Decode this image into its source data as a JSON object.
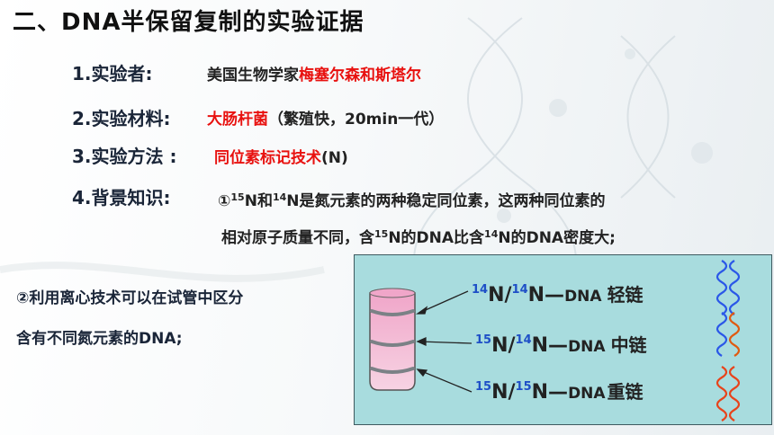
{
  "title": "二、DNA半保留复制的实验证据",
  "items": [
    {
      "label": "1.实验者:",
      "value_prefix": "美国生物学家",
      "value_highlight": "梅塞尔森和斯塔尔"
    },
    {
      "label": "2.实验材料:",
      "value_highlight": "大肠杆菌",
      "value_suffix": "（繁殖快，20min一代）"
    },
    {
      "label": "3.实验方法 :",
      "value_highlight": "同位素标记技术",
      "value_suffix": "(N)"
    },
    {
      "label": "4.背景知识:"
    }
  ],
  "background": {
    "line1": {
      "prefix": "①",
      "sup_a": "15",
      "mid": "N和",
      "sup_b": "14",
      "suffix": "N是氮元素的两种稳定同位素，这两种同位素的"
    },
    "line2": {
      "prefix": "相对原子质量不同，含",
      "sup_a": "15",
      "mid": "N的DNA比含",
      "sup_b": "14",
      "suffix": "N的DNA密度大;"
    }
  },
  "centrifuge": {
    "line1": "②利用离心技术可以在试管中区分",
    "line2": "含有不同氮元素的DNA;"
  },
  "diagram": {
    "bands": [
      {
        "iso_a": "14",
        "iso_b": "14",
        "kind": "轻链"
      },
      {
        "iso_a": "15",
        "iso_b": "14",
        "kind": "中链"
      },
      {
        "iso_a": "15",
        "iso_b": "15",
        "kind": "重链"
      }
    ],
    "n_text": "N/",
    "n_tail": "N—",
    "dna": "DNA",
    "colors": {
      "light": "#2a57e8",
      "medium": "#e05a10",
      "heavy": "#e8431a",
      "box": "#a8dcde",
      "tube_top": "#f0a6c9",
      "tube_bottom": "#f7d3e3"
    }
  },
  "accent": "#e8110f"
}
